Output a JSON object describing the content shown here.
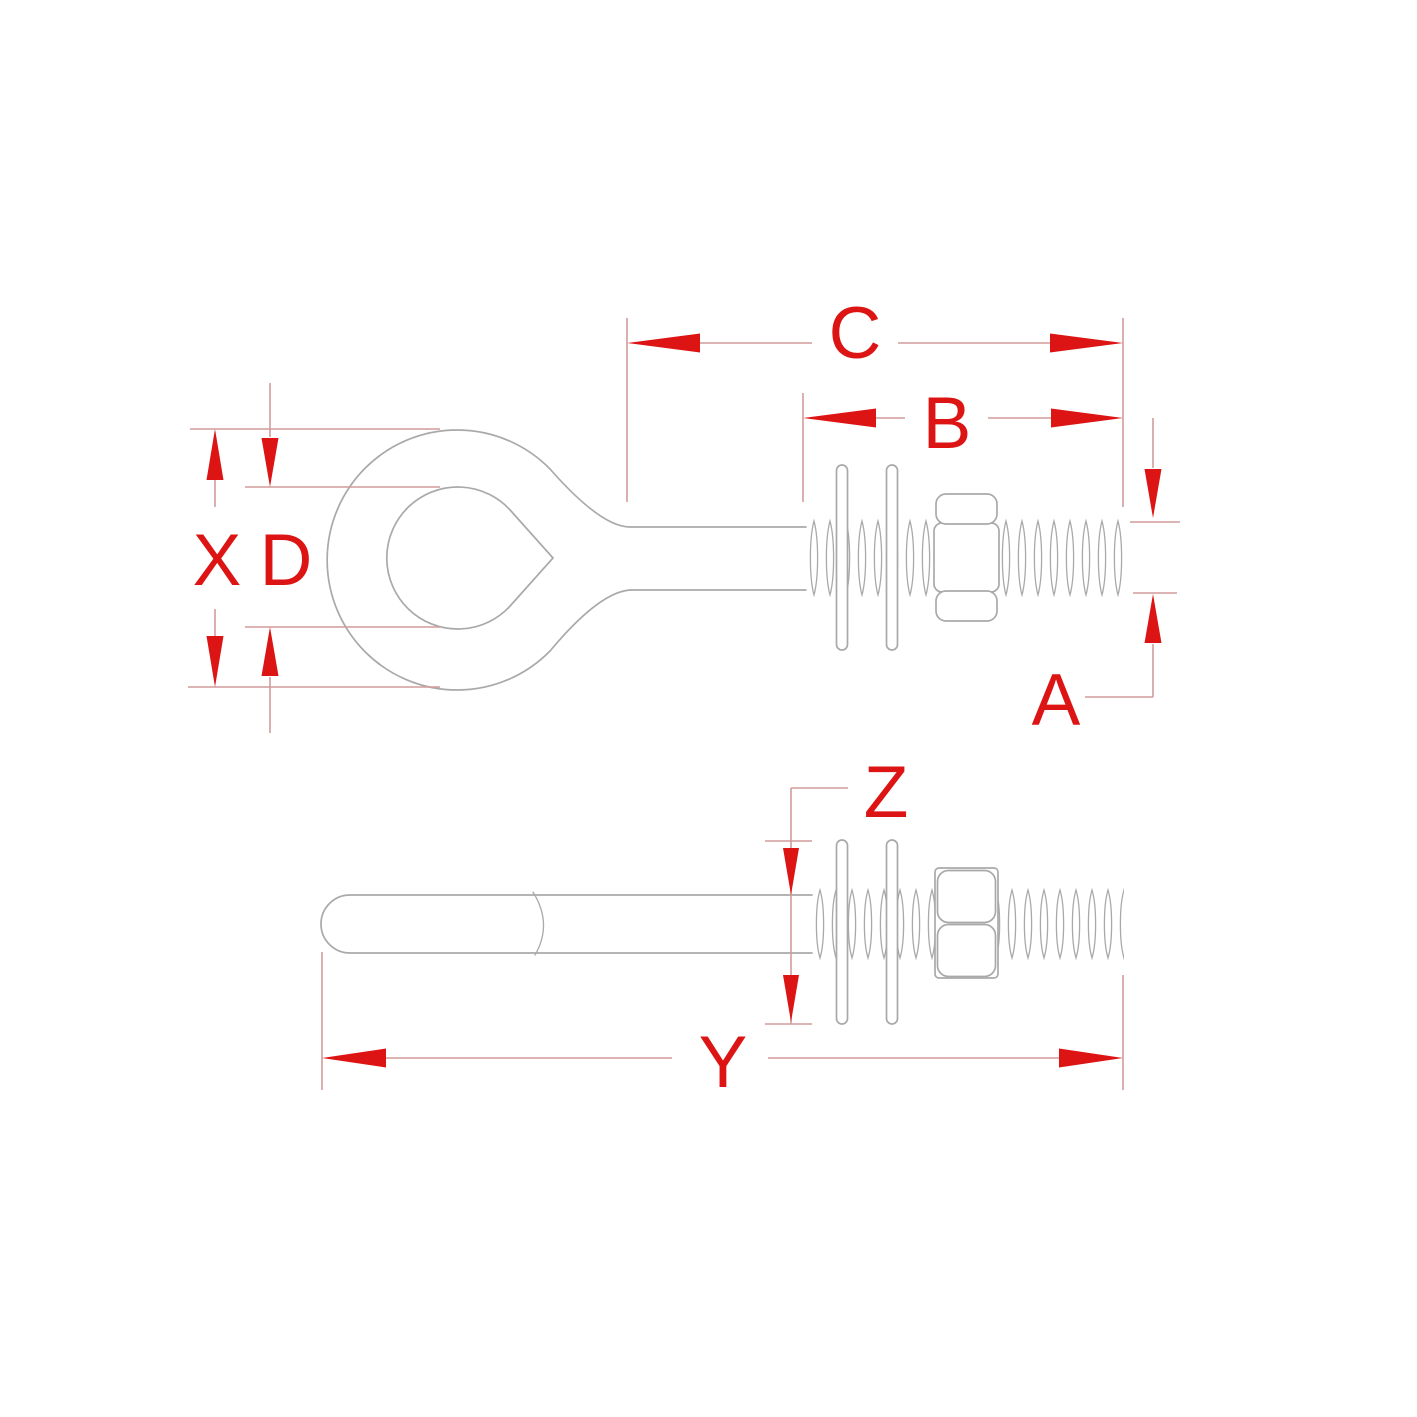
{
  "page": {
    "background": "#ffffff",
    "kind": "eye-bolt-dimension-drawing"
  },
  "colors": {
    "outline_gray": "#a9a9a9",
    "dimension_line_pink": "#d09c9c",
    "dimension_red": "#dd1414"
  },
  "dimensions": {
    "C": {
      "label": "C"
    },
    "B": {
      "label": "B"
    },
    "A": {
      "label": "A"
    },
    "X": {
      "label": "X"
    },
    "D": {
      "label": "D"
    },
    "Z": {
      "label": "Z"
    },
    "Y": {
      "label": "Y"
    }
  }
}
